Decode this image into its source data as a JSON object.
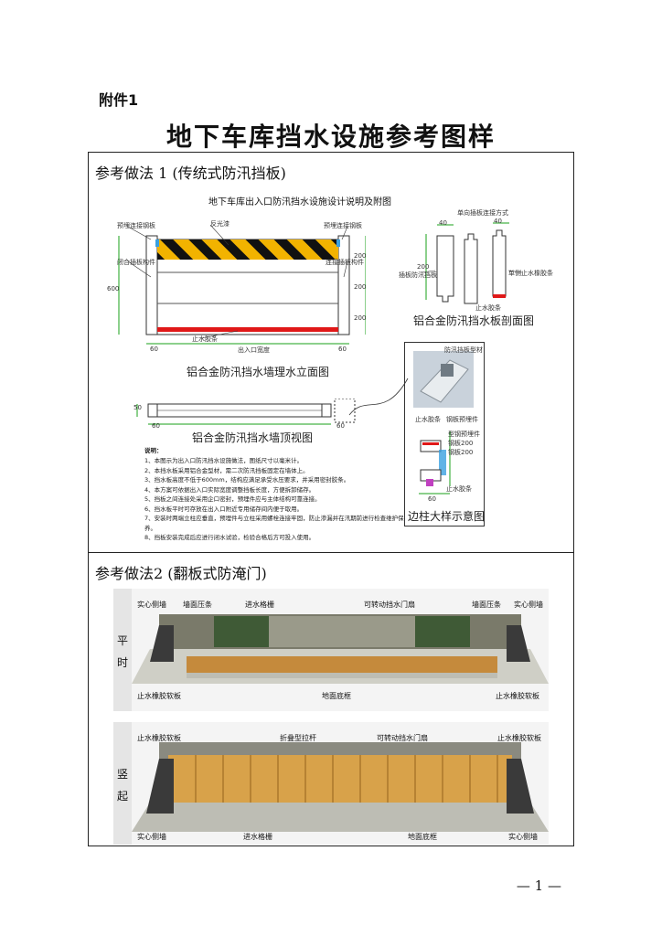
{
  "attachment": "附件1",
  "title": "地下车库挡水设施参考图样",
  "section1": {
    "label": "参考做法 1 (传统式防汛挡板)",
    "drawing_title": "地下车库出入口防汛挡水设施设计说明及附图",
    "elev_labels": {
      "left_top": "预埋连接钢板",
      "left_mid": "闭合插板构件",
      "top_mid": "反光漆",
      "right_top": "预埋连接钢板",
      "right_mid": "连接插板构件",
      "bottom": "止水胶条",
      "dim_left": "600",
      "dim_r1": "200",
      "dim_r2": "200",
      "dim_r3": "200",
      "dim_bottom_l": "60",
      "dim_bottom_mid": "出入口宽度",
      "dim_bottom_r": "60"
    },
    "section_labels": {
      "top": "单向插板连接方式",
      "left": "插板防汛挡板",
      "right": "单侧止水橡胶条",
      "bottom": "止水胶条",
      "dim1": "40",
      "dim2": "40",
      "dim3": "200"
    },
    "caption_elev": "铝合金防汛挡水墙理水立面图",
    "caption_section": "铝合金防汛挡水板剖面图",
    "caption_plan": "铝合金防汛挡水墙顶视图",
    "caption_detail": "边柱大样示意图",
    "plan_labels": {
      "dim_l": "60",
      "dim_r": "60",
      "h": "50"
    },
    "detail_labels": {
      "photo_tag": "防汛挡板型材",
      "l1": "止水胶条",
      "l2": "钢板预埋件",
      "l3": "型钢预埋件",
      "l4": "钢板200",
      "l5": "钢板200",
      "l6": "止水胶条",
      "dim": "60"
    },
    "notes_title": "说明：",
    "notes": [
      "1、本图示为出入口防汛挡水设施做法，图纸尺寸以毫米计。",
      "2、本挡水板采用铝合金型材，需二次防汛挡板固定在墙体上。",
      "3、挡水板高度不低于600mm，结构应满足承受水压要求，并采用密封胶条。",
      "4、本方案可依据出入口实际宽度调整挡板长度，方便拆卸储存。",
      "5、挡板之间连接处采用企口密封，预埋件应与主体结构可靠连接。",
      "6、挡水板平时可存放在出入口附近专用储存间内便于取用。",
      "7、安装时两端立柱应垂直，预埋件与立柱采用螺栓连接牢固，防止渗漏并在汛期前进行检查维护保养。",
      "8、挡板安装完成后应进行闭水试验，检验合格后方可投入使用。"
    ]
  },
  "section2": {
    "label": "参考做法2 (翻板式防淹门)",
    "row1_side": [
      "平",
      "时"
    ],
    "row1_top": [
      "实心侧墙",
      "墙面压条",
      "进水格栅",
      "可转动挡水门扇",
      "墙面压条",
      "实心侧墙"
    ],
    "row1_bottom": [
      "止水橡胶软板",
      "地面底框",
      "止水橡胶软板"
    ],
    "row2_side": [
      "竖",
      "起"
    ],
    "row2_top": [
      "止水橡胶软板",
      "折叠型拉杆",
      "可转动挡水门扇",
      "止水橡胶软板"
    ],
    "row2_bottom": [
      "实心侧墙",
      "进水格栅",
      "地面底框",
      "实心侧墙"
    ]
  },
  "page_number": "— 1 —",
  "colors": {
    "hazard_yellow": "#f2b300",
    "hazard_black": "#111111",
    "seal_red": "#e01818",
    "dim_green": "#1aa11a",
    "gate_wood": "#d8a24a"
  }
}
